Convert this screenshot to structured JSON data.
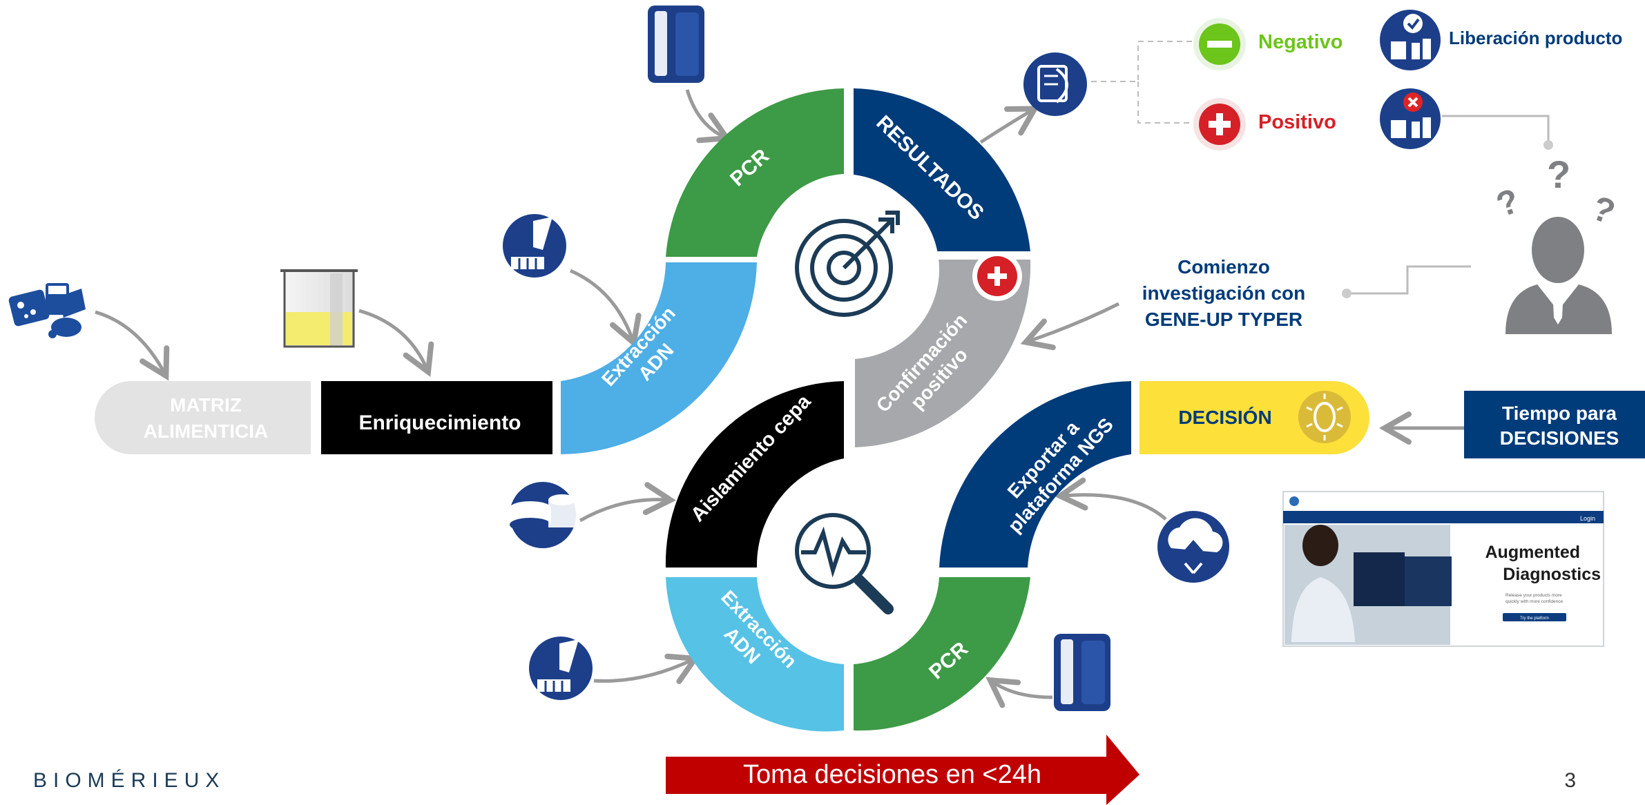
{
  "flow": {
    "matriz_line1": "MATRIZ",
    "matriz_line2": "ALIMENTICIA",
    "enriquecimiento": "Enriquecimiento",
    "extraccion_top_1": "Extracción",
    "extraccion_top_2": "ADN",
    "pcr_top": "PCR",
    "resultados": "RESULTADOS",
    "confirmacion_1": "Confirmación",
    "confirmacion_2": "positivo",
    "aislamiento": "Aislamiento cepa",
    "exportar_1": "Exportar a",
    "exportar_2": "plataforma NGS",
    "extraccion_bottom_1": "Extracción",
    "extraccion_bottom_2": "ADN",
    "pcr_bottom": "PCR",
    "decision": "DECISIÓN"
  },
  "results": {
    "negativo": "Negativo",
    "positivo": "Positivo",
    "liberacion": "Liberación producto"
  },
  "investigation": {
    "line1": "Comienzo",
    "line2": "investigación con",
    "line3": "GENE-UP TYPER"
  },
  "tiempo": {
    "line1": "Tiempo para",
    "line2": "DECISIONES"
  },
  "augmented": {
    "title1": "Augmented",
    "title2": "Diagnostics",
    "login": "Login",
    "sub1": "Release your products more",
    "sub2": "quickly with more confidence",
    "cta": "Try the platform"
  },
  "banner": "Toma decisiones en <24h",
  "footer": {
    "brand": "BIOMÉRIEUX",
    "page": "3"
  },
  "colors": {
    "green": "#3d9a46",
    "navy": "#003b7a",
    "light_blue": "#4eaee6",
    "cyan": "#56c2e6",
    "gray": "#a6a8ab",
    "black": "#000000",
    "yellow": "#fde03a",
    "red": "#c00000",
    "negative_green": "#6cc51a",
    "positive_red": "#d62027"
  }
}
